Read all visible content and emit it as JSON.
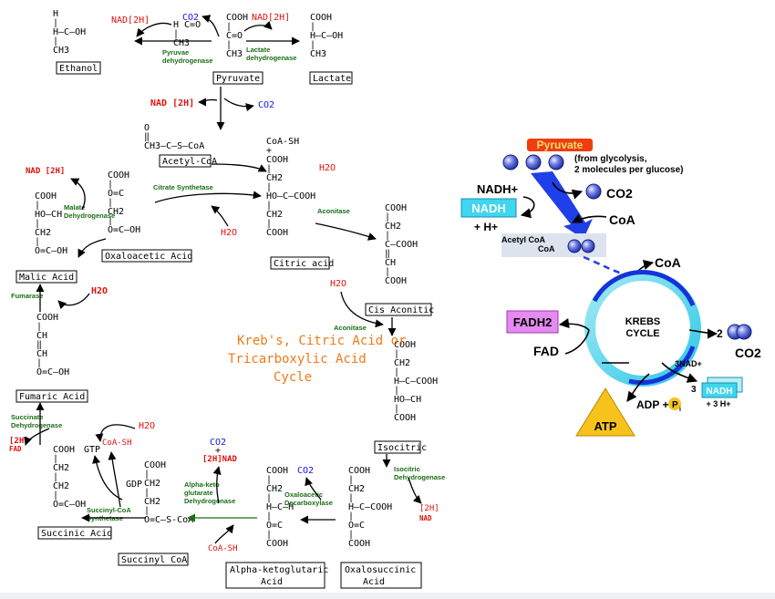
{
  "structures": {
    "ethanol": {
      "label": "Ethanol",
      "lines": [
        "  H",
        "  |",
        "H—C—OH",
        "  |",
        "  CH3"
      ]
    },
    "acetaldehyde": {
      "lines": [
        "H C=O",
        "  |",
        "  CH3"
      ]
    },
    "pyruvate": {
      "label": "Pyruvate",
      "lines": [
        "COOH",
        "  |",
        "C=O",
        "  |",
        "CH3"
      ]
    },
    "lactate": {
      "label": "Lactate",
      "lines": [
        "COOH",
        "  |",
        "H—C—OH",
        "  |",
        "  CH3"
      ]
    },
    "acetyl_coa": {
      "label": "Acetyl-CoA",
      "lines": [
        "    O",
        "    ‖",
        "CH3—C—S—CoA"
      ]
    },
    "citric": {
      "label": "Citric acid",
      "lines": [
        "CoA-SH",
        "  +",
        "COOH",
        "  |",
        "CH2",
        "  |",
        "HO—C—COOH",
        "  |",
        "CH2",
        "  |",
        "COOH"
      ]
    },
    "oxaloacetic": {
      "label": "Oxaloacetic Acid",
      "lines": [
        "COOH",
        "  |",
        "O=C",
        "  |",
        "  CH2",
        "  |",
        "O=C—OH"
      ]
    },
    "malic": {
      "label": "Malic Acid",
      "lines": [
        "COOH",
        "  |",
        "HO—CH",
        "  |",
        "CH2",
        "  |",
        "O=C—OH"
      ]
    },
    "cis_aconitic": {
      "label": "Cis Aconitic",
      "lines": [
        "COOH",
        "  |",
        "CH2",
        "  |",
        "C—COOH",
        "  ‖",
        "CH",
        "  |",
        "COOH"
      ]
    },
    "isocitric": {
      "label": "Isocitric",
      "lines": [
        "COOH",
        "  |",
        "CH2",
        "  |",
        "H—C—COOH",
        "  |",
        "HO—CH",
        "  |",
        "COOH"
      ]
    },
    "fumaric": {
      "label": "Fumaric Acid",
      "lines": [
        "COOH",
        "  |",
        "CH",
        "  ‖",
        "CH",
        "  |",
        "O=C—OH"
      ]
    },
    "succinic": {
      "label": "Succinic Acid",
      "lines": [
        "COOH",
        "  |",
        "CH2",
        "  |",
        "CH2",
        "  |",
        "O=C—OH"
      ]
    },
    "succinyl": {
      "label": "Succinyl CoA",
      "lines": [
        "COOH",
        "  |",
        "CH2",
        "  |",
        "CH2",
        "  |",
        "O=C—S-CoA"
      ]
    },
    "alpha_kg": {
      "label_line1": "Alpha-ketoglutaric",
      "label_line2": "Acid",
      "lines": [
        "COOH",
        "  |",
        "CH2",
        "  |",
        "H—C—H",
        "  |",
        "O=C",
        "  |",
        "COOH"
      ]
    },
    "oxalosuccinic": {
      "label_line1": "Oxalosuccinic",
      "label_line2": "Acid",
      "lines": [
        "COOH",
        "  |",
        "CH2",
        "  |",
        "H—C—COOH",
        "  |",
        "O=C",
        "  |",
        "COOH"
      ]
    }
  },
  "enzymes": {
    "pyruvate_dh": [
      "Pyruvae",
      "dehydrogenase"
    ],
    "lactate_dh": [
      "Lactate",
      "dehydrogenase"
    ],
    "citrate_synthetase": [
      "Citrate Synthetase"
    ],
    "aconitase_1": [
      "Aconitase"
    ],
    "aconitase_2": [
      "Aconitase"
    ],
    "malate_dh": [
      "Malate",
      "Dehydrogenase"
    ],
    "fumarase": [
      "Fumarase"
    ],
    "succinate_dh": [
      "Succinate",
      "Dehydrogenase"
    ],
    "succinyl_coa_synth": [
      "Succinyl-CoA",
      "Synthetase"
    ],
    "alpha_kg_dh": [
      "Alpha-keto",
      "glutarate",
      "Dehydrogenase"
    ],
    "oxaloacetic_decarb": [
      "Oxaloacetic",
      "Decarboxylase"
    ],
    "isocitric_dh": [
      "Isocitric",
      "Dehydrogenase"
    ]
  },
  "cofactors": {
    "nad2h_ethanol": "NAD[2H]",
    "co2_top": "CO2",
    "nad2h_lactate": "NAD[2H]",
    "nad2h_pyruvate": "NAD [2H]",
    "co2_pyruvate": "CO2",
    "nad2h_malic": "NAD [2H]",
    "h2o_citric": "H2O",
    "h2o_oaa": "H2O",
    "h2o_aconitic": "H2O",
    "h2o_fumarase": "H2O",
    "h2o_succinyl": "H2O",
    "coash_succinyl": "CoA-SH",
    "coash_akg": "CoA-SH",
    "gtp": "GTP",
    "gdp": "GDP",
    "fad2h_1": "[2H]",
    "fad2h_2": "FAD",
    "co2_akg": "CO2",
    "plus": "+",
    "nad2h_akg": "[2H]NAD",
    "co2_oxalo": "CO2",
    "iso_2h": "[2H]",
    "iso_nad": "NAD"
  },
  "title": [
    "Kreb's, Citric Acid or",
    "Tricarboxylic Acid",
    "Cycle"
  ],
  "summary": {
    "pyruvate": "Pyruvate",
    "from_glycolysis": "(from glycolysis,",
    "two_molecules": "2 molecules per glucose)",
    "co2": "CO2",
    "co2_2": "CO2",
    "coa_1": "CoA",
    "coa_2": "CoA",
    "nadh_plus": "NADH+",
    "nadh_box": "NADH",
    "h_plus": "+ H+",
    "acetyl_coa_1": "Acetyl CoA",
    "acetyl_coa_2": "CoA",
    "krebs": "KREBS",
    "cycle": "CYCLE",
    "fadh2": "FADH2",
    "fad": "FAD",
    "two": "2",
    "three_nad": "3NAD+",
    "three": "3",
    "nadh_small": "NADH",
    "plus_3h": "+ 3 H+",
    "adp": "ADP +",
    "pi": "P",
    "i": "i",
    "atp": "ATP"
  },
  "colors": {
    "red": "#e0100d",
    "green": "#1a6e14",
    "blue": "#1313e6",
    "orange": "#f07a18",
    "cyan": "#3fd6ef",
    "purple": "#e48af0",
    "yellow": "#f7c21b"
  }
}
